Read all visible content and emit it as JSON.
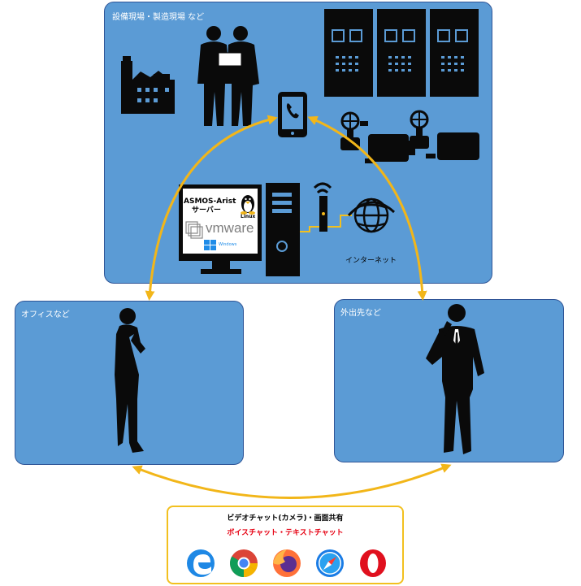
{
  "panels": {
    "site_label": "設備現場・製造現場 など",
    "office_label": "オフィスなど",
    "outside_label": "外出先など"
  },
  "server": {
    "title_line1": "ASMOS-Arist",
    "title_line2": "サーバー",
    "linux_label": "Linux",
    "vmware_label": "vmware",
    "windows_label": "Windows"
  },
  "network": {
    "internet_label": "インターネット"
  },
  "features": {
    "video_chat": "ビデオチャット(カメラ)・画面共有",
    "voice_text_chat": "ボイスチャット・テキストチャット"
  },
  "browsers": [
    "edge-icon",
    "chrome-icon",
    "firefox-icon",
    "safari-icon",
    "opera-icon"
  ],
  "colors": {
    "panel_fill": "#5b9bd5",
    "panel_border": "#2f5597",
    "arrow": "#f2b619",
    "voice_text": "#e60012"
  }
}
